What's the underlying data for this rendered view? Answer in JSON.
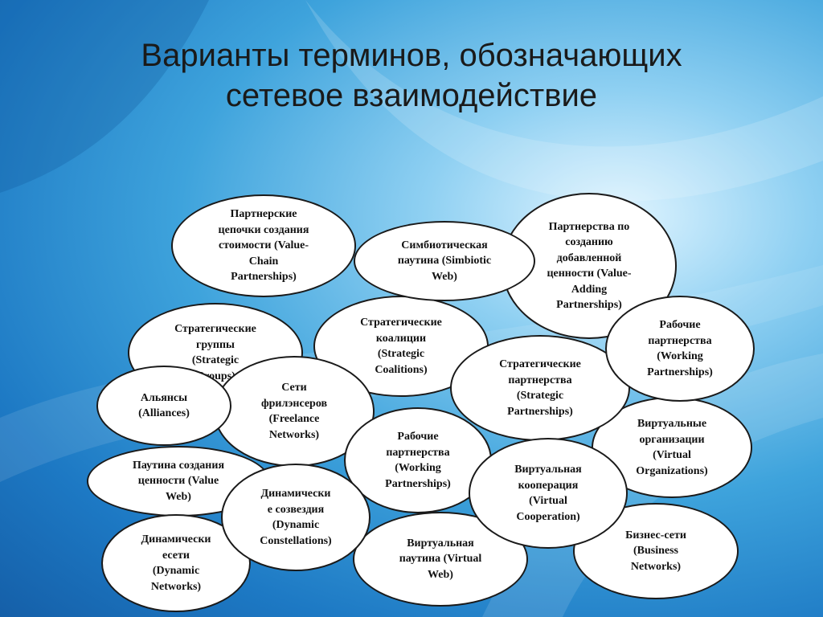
{
  "title": {
    "line1": "Варианты терминов, обозначающих",
    "line2": "сетевое взаимодействие"
  },
  "nodes": [
    {
      "id": "strategic-groups",
      "label": "Стратегические\nгруппы\n(Strategic\nGroups)"
    },
    {
      "id": "value-chain-partnerships",
      "label": "Партнерские\nцепочки создания\nстоимости (Value-\nChain\nPartnerships)"
    },
    {
      "id": "strategic-coalitions",
      "label": "Стратегические\nкоалиции\n(Strategic\nCoalitions)"
    },
    {
      "id": "symbiotic-web",
      "label": "Симбиотическая\nпаутина (Simbiotic\nWeb)"
    },
    {
      "id": "value-adding-partnerships",
      "label": "Партнерства  по\nсозданию\nдобавленной\nценности (Value-\nAdding\nPartnerships)"
    },
    {
      "id": "freelance-networks",
      "label": "Сети\nфрилэнсеров\n(Freelance\nNetworks)"
    },
    {
      "id": "alliances",
      "label": "Альянсы\n(Alliances)"
    },
    {
      "id": "strategic-partnerships",
      "label": "Стратегические\nпартнерства\n(Strategic\nPartnerships)"
    },
    {
      "id": "working-partnerships-right",
      "label": "Рабочие\nпартнерства\n(Working\nPartnerships)"
    },
    {
      "id": "virtual-organizations",
      "label": "Виртуальные\nорганизации\n(Virtual\nOrganizations)"
    },
    {
      "id": "working-partnerships-center",
      "label": "Рабочие\nпартнерства\n(Working\nPartnerships)"
    },
    {
      "id": "value-web",
      "label": "Паутина создания\nценности (Value\nWeb)"
    },
    {
      "id": "dynamic-networks",
      "label": "Динамически\nесети\n(Dynamic\nNetworks)"
    },
    {
      "id": "dynamic-constellations",
      "label": "Динамически\nе созвездия\n(Dynamic\nConstellations)"
    },
    {
      "id": "virtual-web",
      "label": "Виртуальная\nпаутина (Virtual\nWeb)"
    },
    {
      "id": "virtual-cooperation",
      "label": "Виртуальная\nкооперация\n(Virtual\nCooperation)"
    },
    {
      "id": "business-networks",
      "label": "Бизнес-сети\n(Business\nNetworks)"
    }
  ]
}
